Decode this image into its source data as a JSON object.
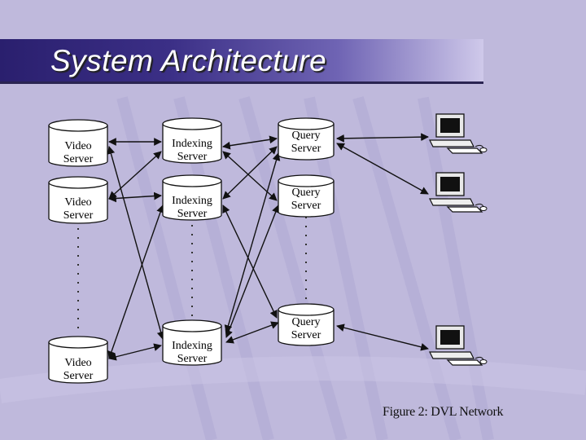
{
  "slide": {
    "title": "System Architecture",
    "caption": "Figure 2: DVL Network"
  },
  "nodes": {
    "video_server_1": {
      "line1": "Video",
      "line2": "Server"
    },
    "video_server_2": {
      "line1": "Video",
      "line2": "Server"
    },
    "video_server_3": {
      "line1": "Video",
      "line2": "Server"
    },
    "indexing_server_1": {
      "line1": "Indexing",
      "line2": "Server"
    },
    "indexing_server_2": {
      "line1": "Indexing",
      "line2": "Server"
    },
    "indexing_server_3": {
      "line1": "Indexing",
      "line2": "Server"
    },
    "query_server_1": {
      "line1": "Query",
      "line2": "Server"
    },
    "query_server_2": {
      "line1": "Query",
      "line2": "Server"
    },
    "query_server_3": {
      "line1": "Query",
      "line2": "Server"
    }
  },
  "icons": [
    "computer-terminal-icon",
    "computer-terminal-icon",
    "computer-terminal-icon"
  ],
  "colors": {
    "background": "#bfb9dc",
    "title_bar": "#3b2f86",
    "title_text": "#ffffff",
    "node_fill": "#ffffff",
    "stroke": "#111111"
  }
}
